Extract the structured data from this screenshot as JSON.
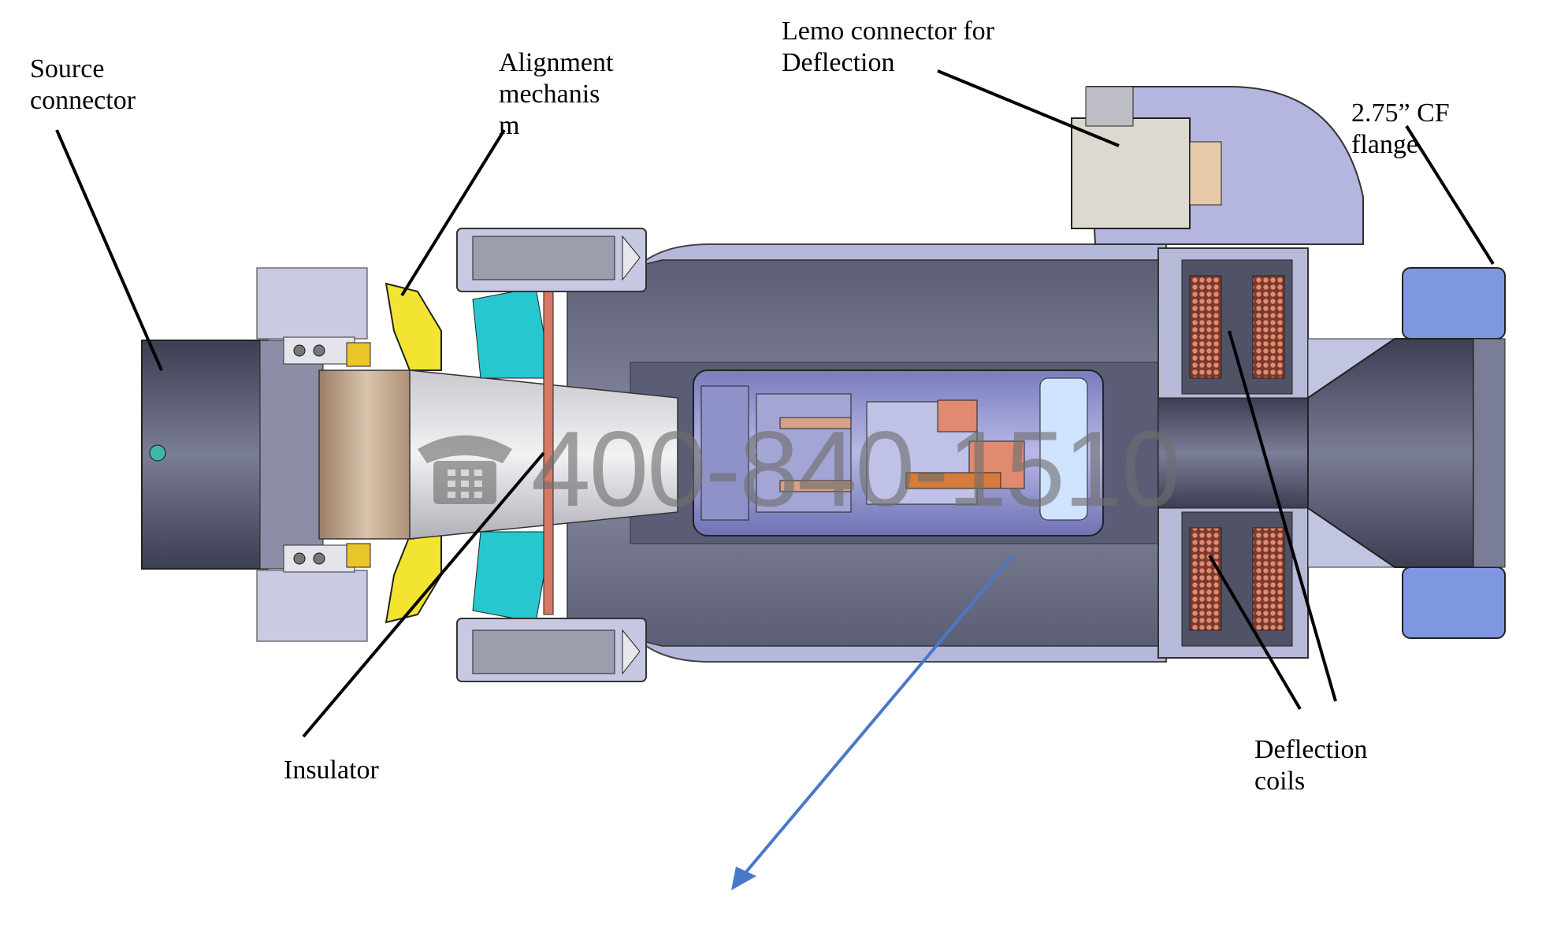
{
  "labels": {
    "source_connector": [
      "Source",
      "connector"
    ],
    "alignment_mechanism": [
      "Alignment",
      "mechanis",
      "m"
    ],
    "lemo_connector": [
      "Lemo connector for",
      "Deflection"
    ],
    "cf_flange": [
      "2.75” CF",
      "flange"
    ],
    "insulator": [
      "Insulator"
    ],
    "deflection_coils": [
      "Deflection",
      "coils"
    ]
  },
  "watermark": {
    "text": "400-840-1510",
    "icon": "telephone-icon"
  },
  "colors": {
    "body": "#7b7f96",
    "body_dark": "#4d5066",
    "housing": "#b9bde0",
    "flange": "#7f96e0",
    "insulator": "#c3a98c",
    "alignment": "#f2e430",
    "seal": "#27c7cf",
    "coil": "#c96a55",
    "arrow": "#4a78c8",
    "leader": "#000000"
  }
}
